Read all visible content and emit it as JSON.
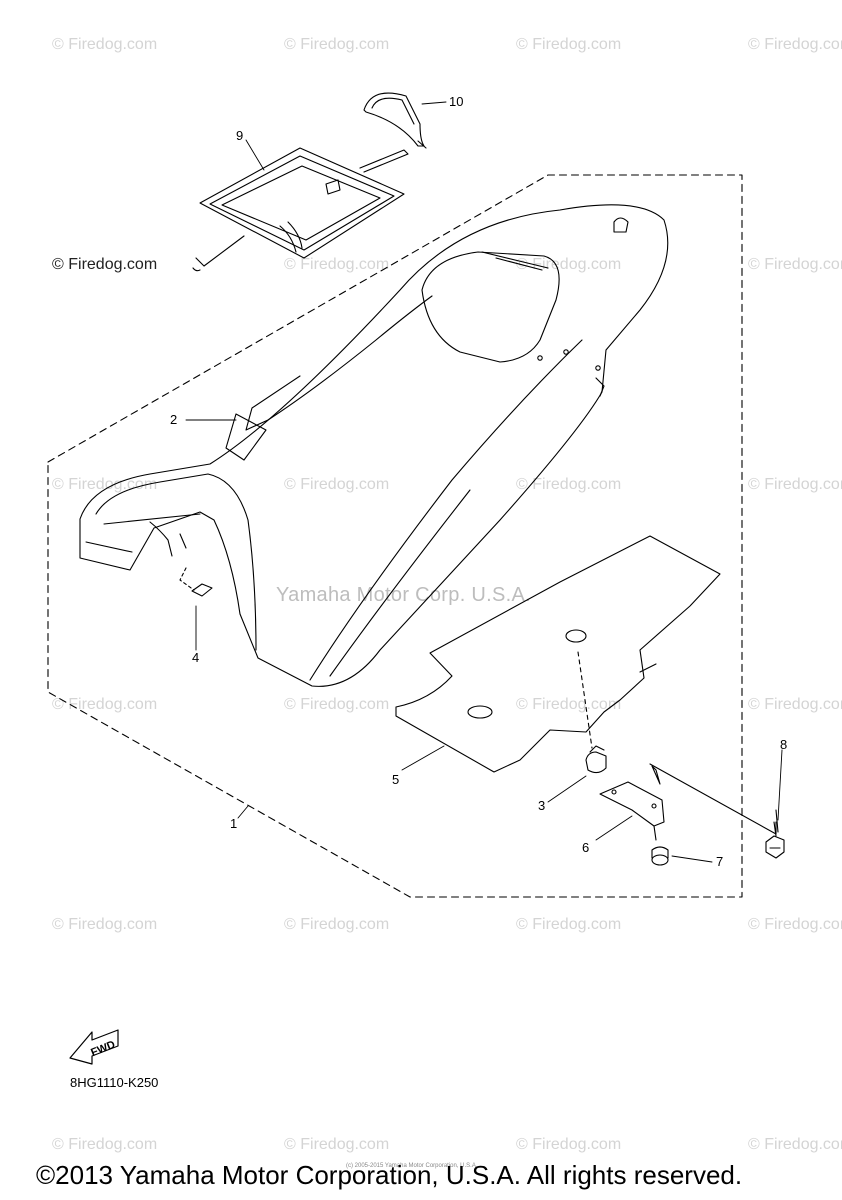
{
  "watermark": {
    "text": "© Firedog.com",
    "strong_text": "© Firedog.com",
    "center_text": "Yamaha Motor Corp. U.S.A."
  },
  "callouts": [
    "1",
    "2",
    "3",
    "4",
    "5",
    "6",
    "7",
    "8",
    "9",
    "10"
  ],
  "fwd_label": "FWD",
  "part_code": "8HG1110-K250",
  "tiny_copyright": "(c) 2005-2015 Yamaha Motor Corporation, U.S.A.",
  "copyright": "©2013 Yamaha Motor Corporation, U.S.A. All rights reserved.",
  "colors": {
    "line": "#000000",
    "watermark": "#d4d4d4"
  }
}
